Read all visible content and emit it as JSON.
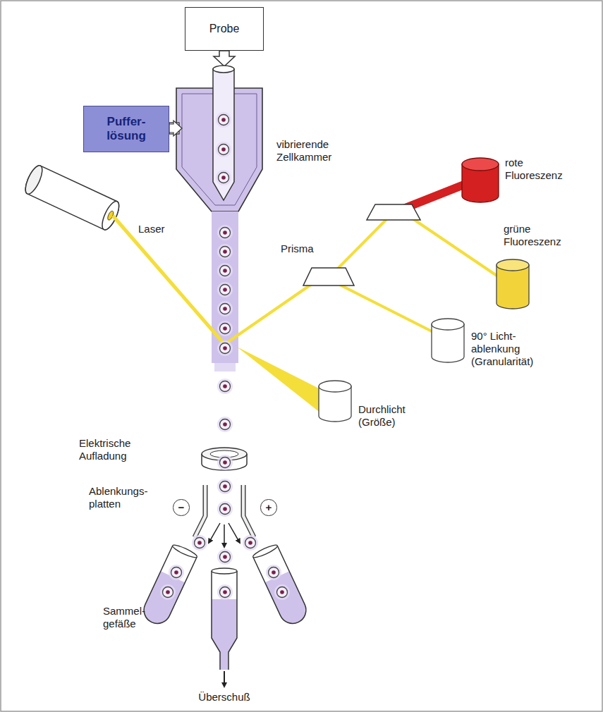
{
  "diagram": {
    "nodes": [
      {
        "text": [
          "Probe"
        ]
      },
      {
        "text": [
          "Puffer- lösung"
        ]
      },
      {
        "text": [
          "−"
        ]
      },
      {
        "text": [
          "+"
        ]
      }
    ],
    "labels": [
      "vibrierende Zellkammer",
      "Laser",
      "Prisma",
      "rote Fluoreszenz",
      "grüne Fluoreszenz",
      "90° Licht- ablenkung (Granularität)",
      "Durchlicht (Größe)",
      "Elektrische Aufladung",
      "Ablenkungs- platten",
      "Sammel- gefäße",
      "Überschuß"
    ]
  }
}
